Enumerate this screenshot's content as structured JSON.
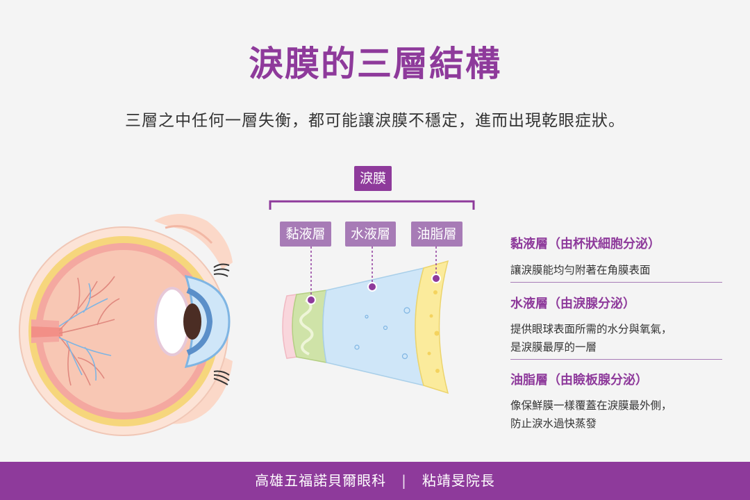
{
  "title": "淚膜的三層結構",
  "subtitle": "三層之中任何一層失衡，都可能讓淚膜不穩定，進而出現乾眼症狀。",
  "diagram": {
    "top_label": "淚膜",
    "layers": [
      {
        "label": "黏液層",
        "color": "#cfe3a8"
      },
      {
        "label": "水液層",
        "color": "#cfe6f8"
      },
      {
        "label": "油脂層",
        "color": "#fbeb9c"
      }
    ]
  },
  "info": [
    {
      "heading": "黏液層（由杯狀細胞分泌）",
      "body": "讓淚膜能均勻附著在角膜表面"
    },
    {
      "heading": "水液層（由淚腺分泌）",
      "body": "提供眼球表面所需的水分與氧氣，\n是淚膜最厚的一層"
    },
    {
      "heading": "油脂層（由瞼板腺分泌）",
      "body": "像保鮮膜一樣覆蓋在淚膜最外側，\n防止淚水過快蒸發"
    }
  ],
  "footer": {
    "clinic": "高雄五福諾貝爾眼科",
    "separator": "|",
    "doctor": "粘靖旻院長"
  },
  "colors": {
    "accent": "#8e3a9b",
    "tag": "#a77bb6",
    "background": "#f4f4f4"
  }
}
